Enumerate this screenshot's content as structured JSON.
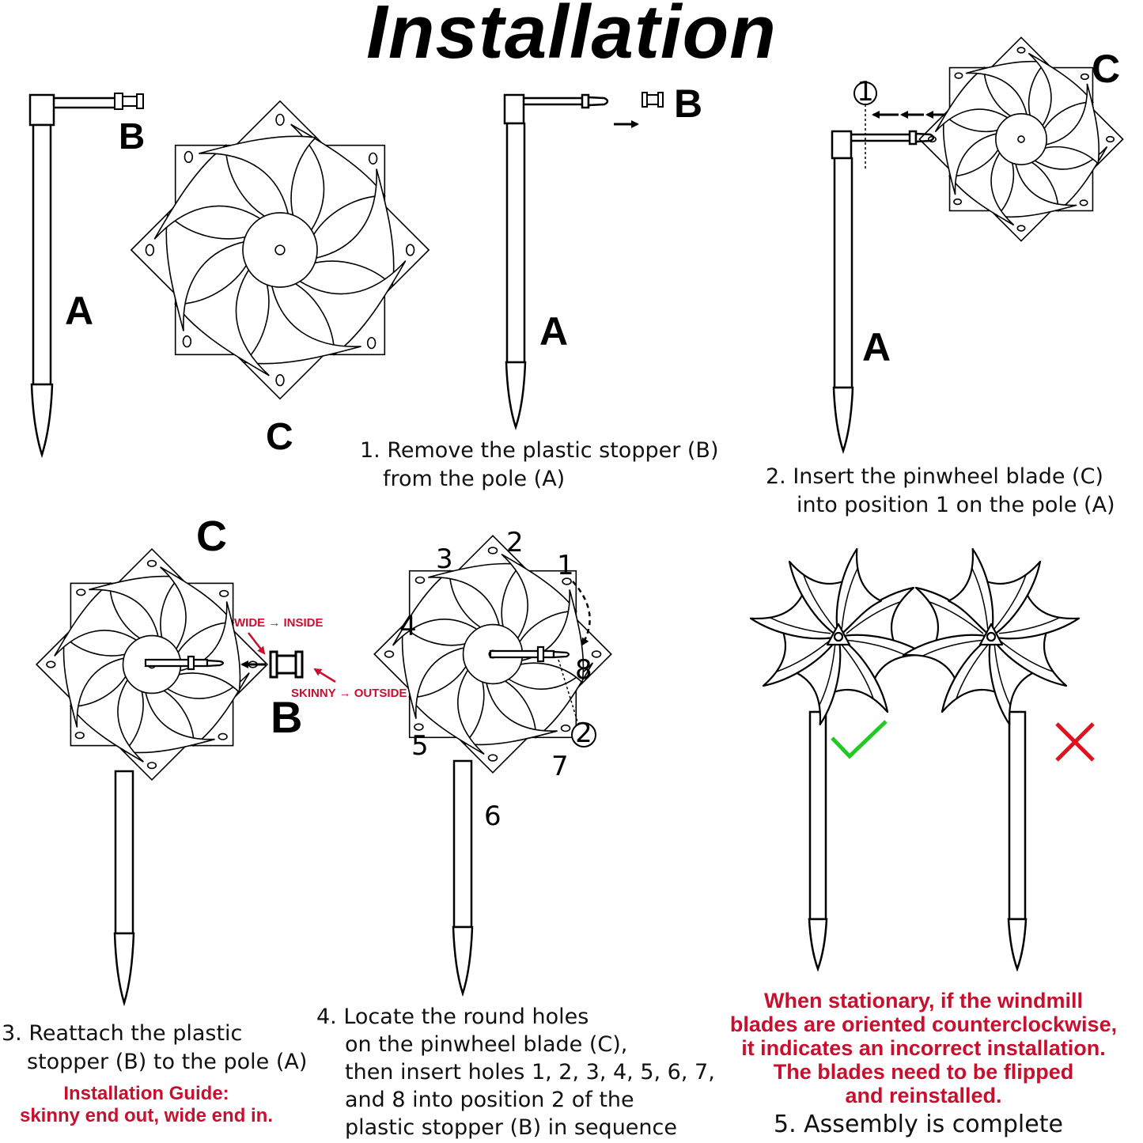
{
  "title": "Installation",
  "labels": {
    "pole": "A",
    "stopper": "B",
    "blade": "C"
  },
  "position_markers": {
    "first": "1",
    "second": "2"
  },
  "hole_numbers": [
    "1",
    "2",
    "3",
    "4",
    "5",
    "6",
    "7",
    "8"
  ],
  "callouts": {
    "wide": "WIDE → INSIDE",
    "skinny": "SKINNY → OUTSIDE"
  },
  "steps": {
    "step1": [
      "1. Remove the plastic stopper (B)",
      "from the pole (A)"
    ],
    "step2": [
      "2.  Insert the pinwheel blade (C)",
      "into position  1  on the pole (A)"
    ],
    "step3": [
      "3.  Reattach the plastic",
      "stopper (B) to the pole (A)"
    ],
    "step4": [
      "4.  Locate the round holes",
      "on the pinwheel blade (C),",
      "then insert holes 1, 2, 3, 4, 5, 6, 7,",
      "and 8 into position  2  of the",
      "plastic stopper (B) in sequence"
    ],
    "step5": "5.  Assembly is complete"
  },
  "guide": [
    "Installation Guide:",
    "skinny end out, wide end in."
  ],
  "warning": [
    "When stationary, if the windmill",
    "blades are oriented counterclockwise,",
    "it indicates an incorrect installation.",
    "The blades need to be flipped",
    "and reinstalled."
  ],
  "colors": {
    "correct": "#22c922",
    "incorrect": "#e0121e",
    "accent": "#c8102e"
  },
  "icons": {
    "correct": "check-icon",
    "incorrect": "cross-icon"
  }
}
